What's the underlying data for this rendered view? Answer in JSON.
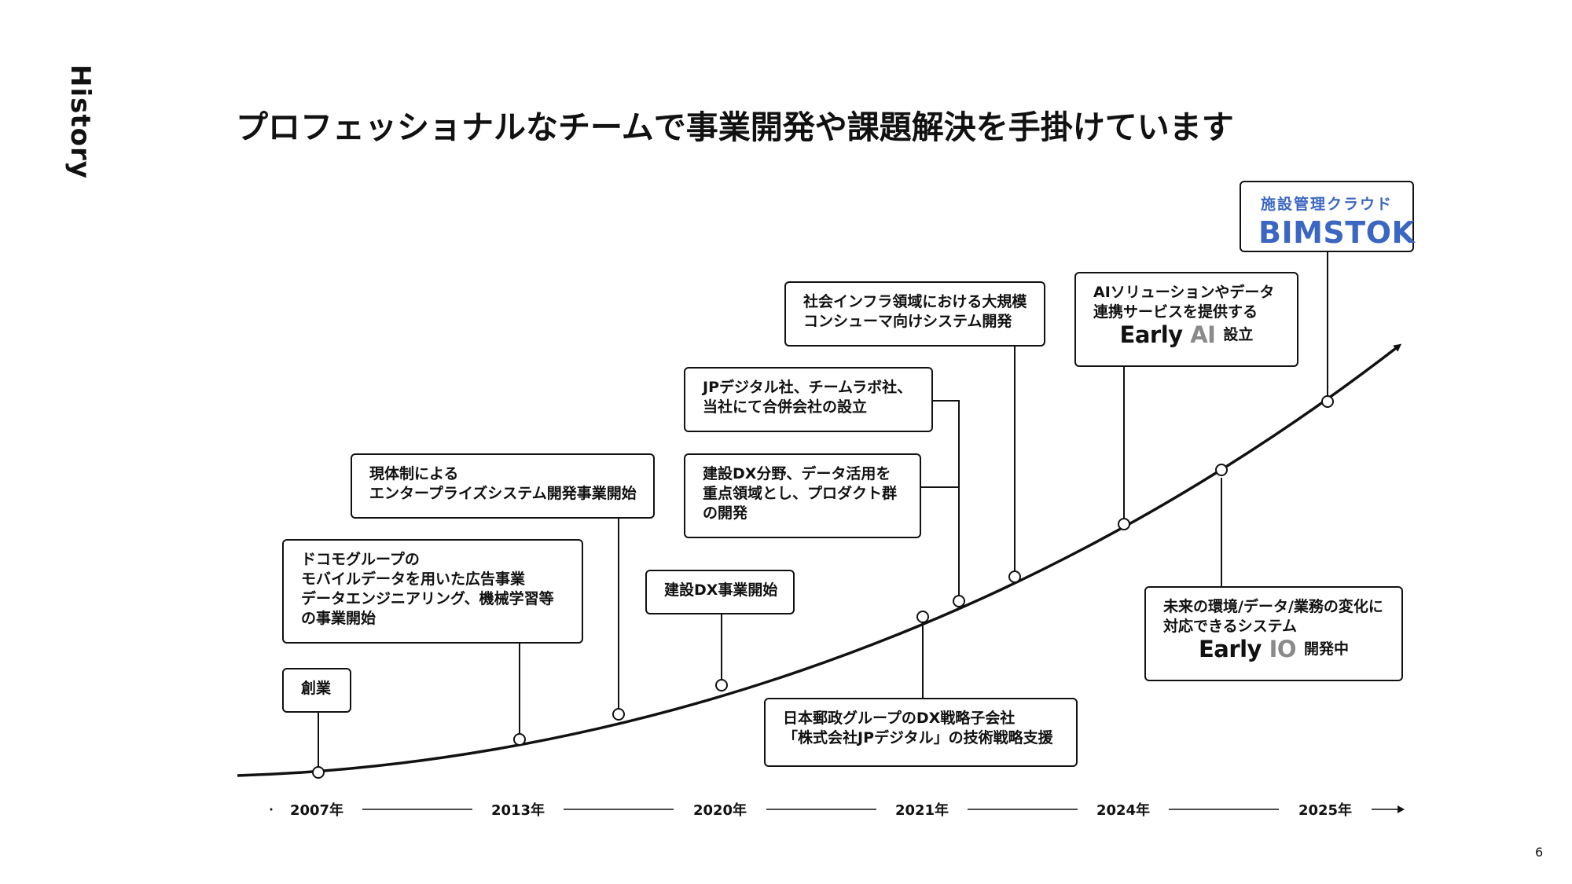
{
  "side_label": "History",
  "title": "プロフェッショナルなチームで事業開発や課題解決を手掛けています",
  "page_number": "6",
  "years": [
    "2007年",
    "2013年",
    "2020年",
    "2021年",
    "2024年",
    "2025年"
  ],
  "events": {
    "founding": {
      "lines": [
        "創業"
      ]
    },
    "docomo": {
      "lines": [
        "ドコモグループの",
        "モバイルデータを用いた広告事業",
        "データエンジニアリング、機械学習等",
        "の事業開始"
      ]
    },
    "current_structure": {
      "lines": [
        "現体制による",
        "エンタープライズシステム開発事業開始"
      ]
    },
    "construction_dx_start": {
      "lines": [
        "建設DX事業開始"
      ]
    },
    "japan_post": {
      "lines": [
        "日本郵政グループのDX戦略子会社",
        "「株式会社JPデジタル」の技術戦略支援"
      ]
    },
    "construction_focus": {
      "lines": [
        "建設DX分野、データ活用を",
        "重点領域とし、プロダクト群",
        "の開発"
      ]
    },
    "joint_venture": {
      "lines": [
        "JPデジタル社、チームラボ社、",
        "当社にて合併会社の設立"
      ]
    },
    "infrastructure": {
      "lines": [
        "社会インフラ領域における大規模",
        "コンシューマ向けシステム開発"
      ]
    },
    "early_ai": {
      "lines": [
        "AIソリューションやデータ",
        "連携サービスを提供する"
      ],
      "brand_main": "Early",
      "brand_accent": "AI",
      "suffix": "設立"
    },
    "early_io": {
      "lines": [
        "未来の環境/データ/業務の変化に",
        "対応できるシステム"
      ],
      "brand_main": "Early",
      "brand_accent": "IO",
      "suffix": "開発中"
    },
    "bimstok": {
      "subtitle": "施設管理クラウド",
      "logo": "BIMSTOK"
    }
  },
  "colors": {
    "bimstok_blue": "#3b66c2",
    "brand_accent_gray": "#8a8a8a",
    "line": "#111111"
  }
}
